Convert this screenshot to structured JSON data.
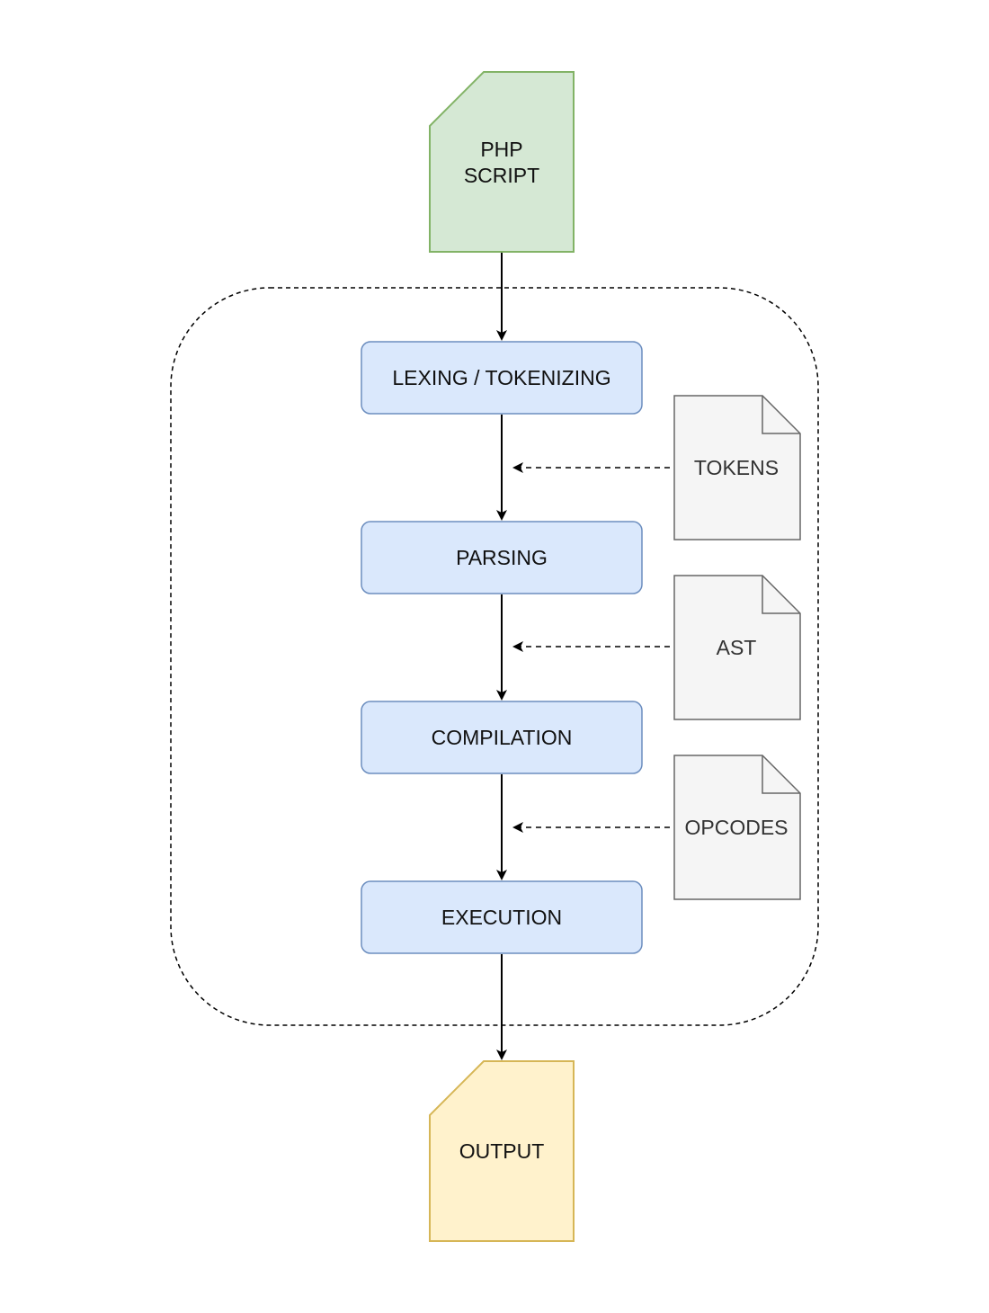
{
  "input": {
    "label_line1": "PHP",
    "label_line2": "SCRIPT",
    "fill": "#d5e8d4",
    "stroke": "#82b366"
  },
  "stages": [
    {
      "label": "LEXING / TOKENIZING"
    },
    {
      "label": "PARSING"
    },
    {
      "label": "COMPILATION"
    },
    {
      "label": "EXECUTION"
    }
  ],
  "stage_style": {
    "fill": "#dae8fc",
    "stroke": "#6c8ebf"
  },
  "artifacts": [
    {
      "label": "TOKENS"
    },
    {
      "label": "AST"
    },
    {
      "label": "OPCODES"
    }
  ],
  "artifact_style": {
    "fill": "#f5f5f5",
    "stroke": "#666666"
  },
  "output": {
    "label": "OUTPUT",
    "fill": "#fff2cc",
    "stroke": "#d6b656"
  },
  "edges": [
    {
      "from": "PHP SCRIPT",
      "to": "LEXING / TOKENIZING",
      "style": "solid"
    },
    {
      "from": "LEXING / TOKENIZING",
      "to": "PARSING",
      "style": "solid"
    },
    {
      "from": "PARSING",
      "to": "COMPILATION",
      "style": "solid"
    },
    {
      "from": "COMPILATION",
      "to": "EXECUTION",
      "style": "solid"
    },
    {
      "from": "EXECUTION",
      "to": "OUTPUT",
      "style": "solid"
    },
    {
      "from": "TOKENS",
      "to": "LEXING / TOKENIZING → PARSING",
      "style": "dashed"
    },
    {
      "from": "AST",
      "to": "PARSING → COMPILATION",
      "style": "dashed"
    },
    {
      "from": "OPCODES",
      "to": "COMPILATION → EXECUTION",
      "style": "dashed"
    }
  ],
  "container_style": "dashed"
}
